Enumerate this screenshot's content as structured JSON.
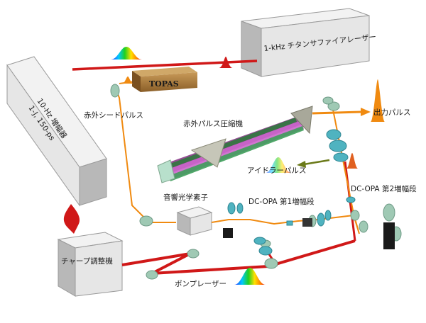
{
  "colors": {
    "box_front": "#e6e6e6",
    "box_top": "#f2f2f2",
    "box_side": "#b8b8b8",
    "pump_beam": "#d01818",
    "seed_beam": "#f08a10",
    "output_beam": "#f08a10",
    "idler_beam": "#6b7a1a",
    "optic": "#9fc9b4",
    "crystal": "#4fb3c0",
    "topas_body": "#a87838"
  },
  "labels": {
    "ti_sapphire_laser": "1-kHz チタンサファイアレーザー",
    "amplifier_line1": "10-Hz 増幅器",
    "amplifier_line2": "1-J, 150-ps",
    "chirp_adjuster": "チャープ調整機",
    "topas": "TOPAS",
    "ir_seed_pulse": "赤外シードパルス",
    "ir_pulse_compressor": "赤外パルス圧縮機",
    "output_pulse": "出力パルス",
    "idler_pulse": "アイドラーパルス",
    "aom": "音響光学素子",
    "dc_opa_stage1": "DC-OPA 第1増幅段",
    "dc_opa_stage2": "DC-OPA 第2増幅段",
    "pump_laser": "ポンプレーザー"
  },
  "icons": {
    "spectrum": "rainbow-spectrum-icon",
    "pulse": "pulse-icon",
    "mirror": "mirror-icon",
    "crystal": "crystal-icon",
    "prism": "prism-icon"
  }
}
